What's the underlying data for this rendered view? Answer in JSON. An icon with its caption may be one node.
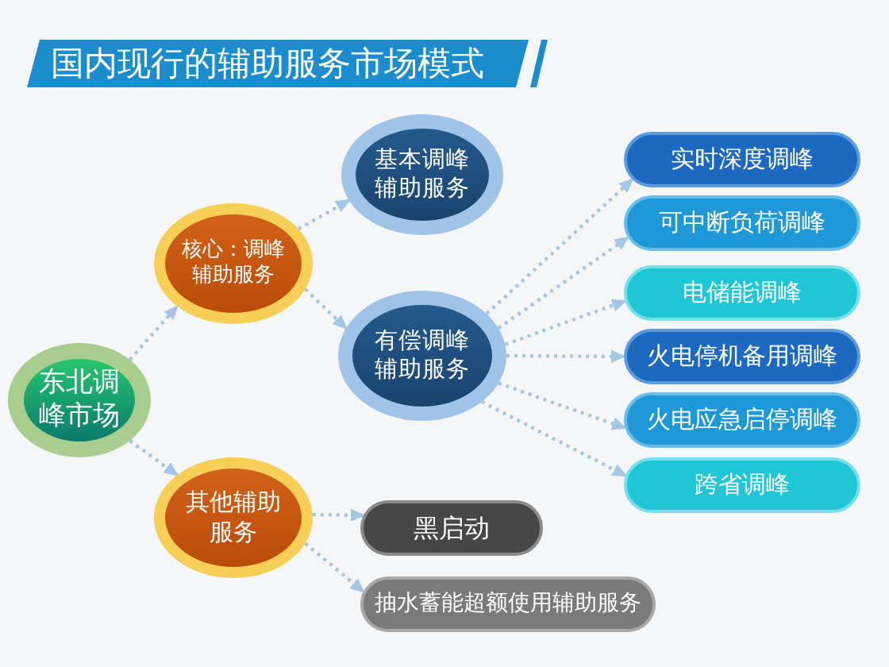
{
  "diagram": {
    "title": "国内现行的辅助服务市场模式",
    "nodes": [
      {
        "text": [
          "东北调峰市场"
        ]
      },
      {
        "text": [
          "核心：调峰辅助服务"
        ]
      },
      {
        "text": [
          "其他辅助服务"
        ]
      },
      {
        "text": [
          "基本调峰辅助服务"
        ]
      },
      {
        "text": [
          "有偿调峰辅助服务"
        ]
      },
      {
        "text": [
          "实时深度调峰"
        ]
      },
      {
        "text": [
          "可中断负荷调峰"
        ]
      },
      {
        "text": [
          "电储能调峰"
        ]
      },
      {
        "text": [
          "火电停机备用调峰"
        ]
      },
      {
        "text": [
          "火电应急启停调峰"
        ]
      },
      {
        "text": [
          "跨省调峰"
        ]
      },
      {
        "text": [
          "黑启动"
        ]
      },
      {
        "text": [
          "抽水蓄能超额使用辅助服务"
        ]
      }
    ],
    "edges": [
      {
        "from": 0,
        "to": 1,
        "arrow": "to",
        "style": "dashed"
      },
      {
        "from": 0,
        "to": 2,
        "arrow": "to",
        "style": "dashed"
      },
      {
        "from": 1,
        "to": 3,
        "arrow": "to",
        "style": "dashed"
      },
      {
        "from": 1,
        "to": 4,
        "arrow": "to",
        "style": "dashed"
      },
      {
        "from": 4,
        "to": 5,
        "arrow": "to",
        "style": "dashed"
      },
      {
        "from": 4,
        "to": 6,
        "arrow": "to",
        "style": "dashed"
      },
      {
        "from": 4,
        "to": 7,
        "arrow": "to",
        "style": "dashed"
      },
      {
        "from": 4,
        "to": 8,
        "arrow": "to",
        "style": "dashed"
      },
      {
        "from": 4,
        "to": 9,
        "arrow": "to",
        "style": "dashed"
      },
      {
        "from": 4,
        "to": 10,
        "arrow": "to",
        "style": "dashed"
      },
      {
        "from": 2,
        "to": 11,
        "arrow": "to",
        "style": "dashed"
      },
      {
        "from": 2,
        "to": 12,
        "arrow": "to",
        "style": "dashed"
      }
    ]
  }
}
